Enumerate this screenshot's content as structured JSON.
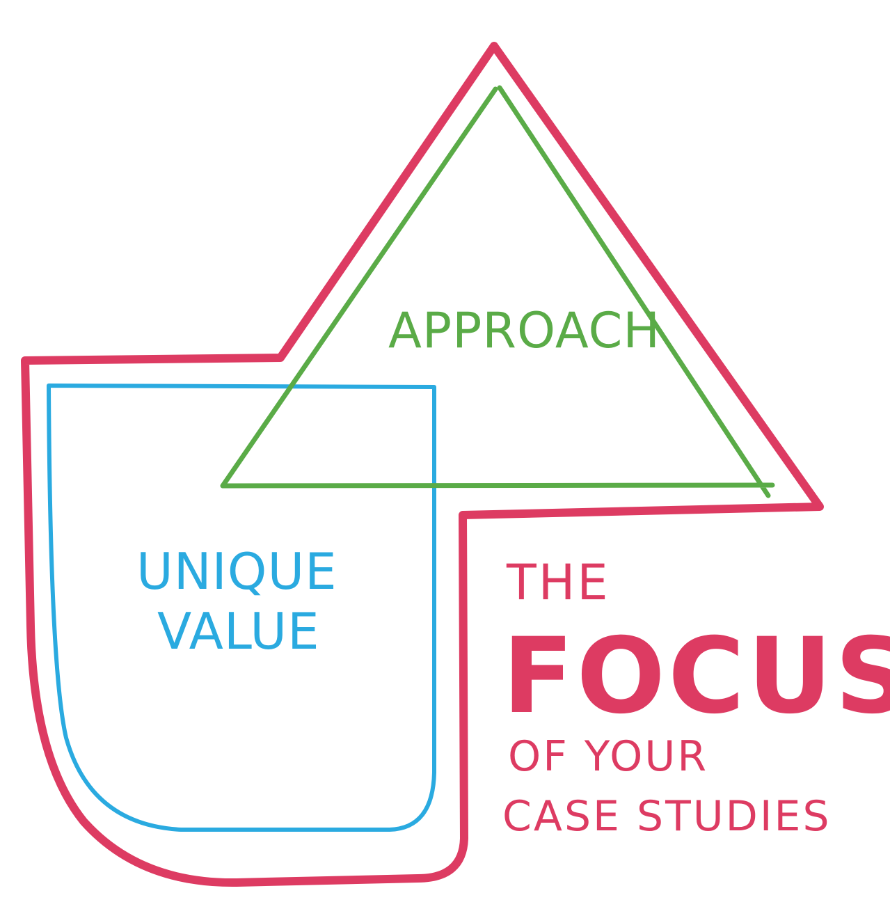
{
  "colors": {
    "outline": "#dd3b62",
    "approach": "#5aab47",
    "unique_value": "#2aaae0",
    "title": "#dd3b62"
  },
  "labels": {
    "approach": "APPROACH",
    "unique_line1": "UNIQUE",
    "unique_line2": "VALUE",
    "the": "THE",
    "focus": "FOCUS",
    "of_your": "OF YOUR",
    "case_studies": "CASE STUDIES"
  }
}
